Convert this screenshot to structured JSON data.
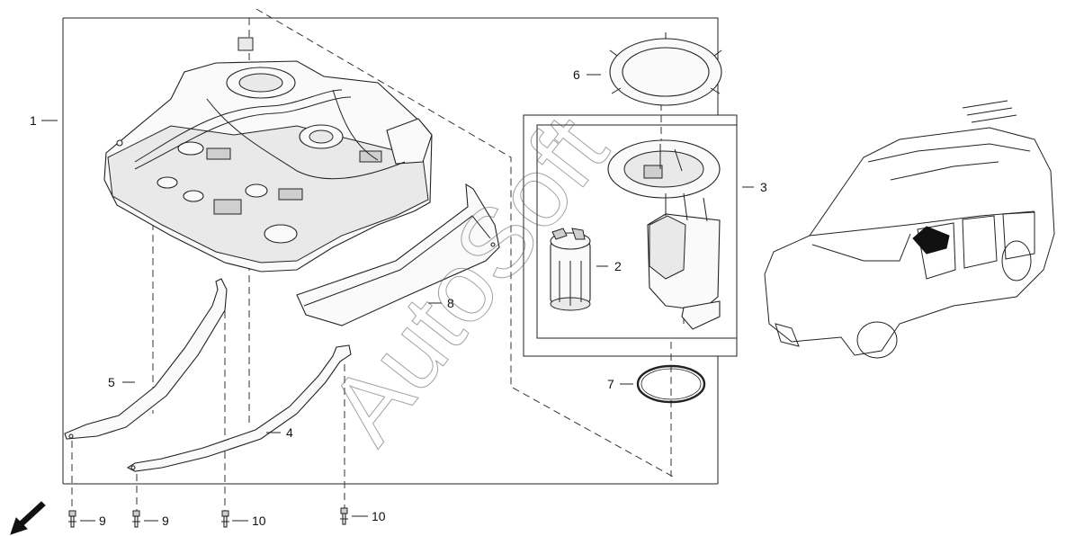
{
  "callouts": {
    "c1": "1",
    "c2": "2",
    "c3": "3",
    "c4": "4",
    "c5": "5",
    "c6": "6",
    "c7": "7",
    "c8": "8",
    "c9a": "9",
    "c9b": "9",
    "c10a": "10",
    "c10b": "10"
  },
  "watermark": "AutoSoft",
  "icons": {
    "front_arrow": "front-direction-arrow-icon",
    "locator": "vehicle-locator-icon"
  },
  "colors": {
    "line": "#222222",
    "locator_highlight": "#111111"
  }
}
